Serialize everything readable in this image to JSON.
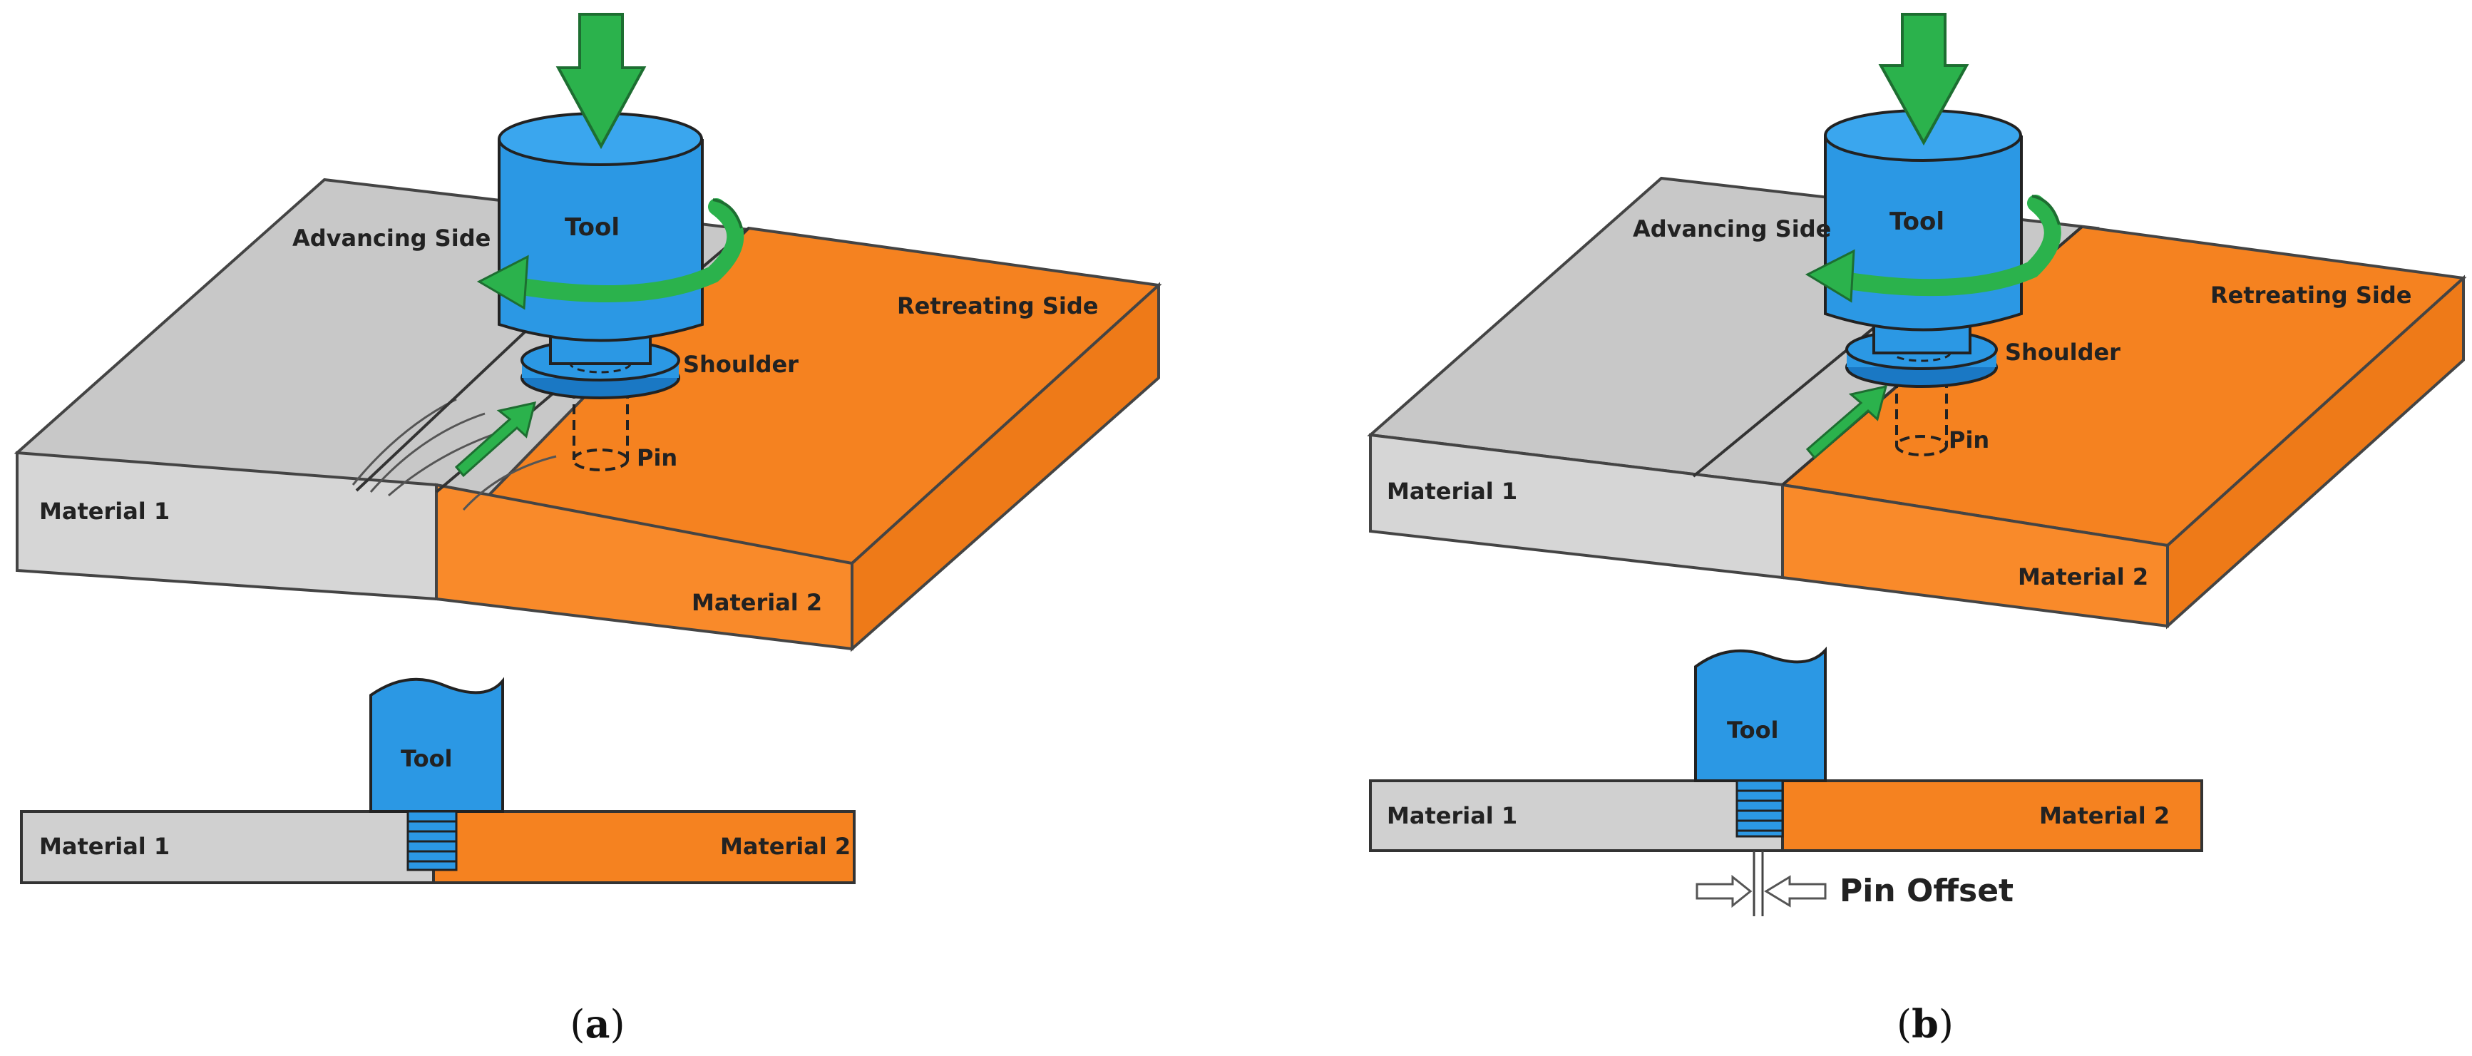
{
  "colors": {
    "material1": "#c8c8c8",
    "material1_side": "#d4d4d4",
    "material2": "#f58220",
    "material2_side": "#f9892a",
    "tool": "#2b98e4",
    "tool_dark": "#1a78c4",
    "arrow": "#2bb24c",
    "outline": "#333333"
  },
  "panel_a": {
    "advancing_side": "Advancing Side",
    "retreating_side": "Retreating Side",
    "tool": "Tool",
    "shoulder": "Shoulder",
    "pin": "Pin",
    "material1": "Material 1",
    "material2": "Material 2",
    "section_tool": "Tool",
    "section_material1": "Material 1",
    "section_material2": "Material 2",
    "caption_open": "(",
    "caption_letter": "a",
    "caption_close": ")"
  },
  "panel_b": {
    "advancing_side": "Advancing Side",
    "retreating_side": "Retreating Side",
    "tool": "Tool",
    "shoulder": "Shoulder",
    "pin": "Pin",
    "material1": "Material 1",
    "material2": "Material 2",
    "section_tool": "Tool",
    "section_material1": "Material 1",
    "section_material2": "Material 2",
    "pin_offset": "Pin Offset",
    "caption_open": "(",
    "caption_letter": "b",
    "caption_close": ")"
  }
}
